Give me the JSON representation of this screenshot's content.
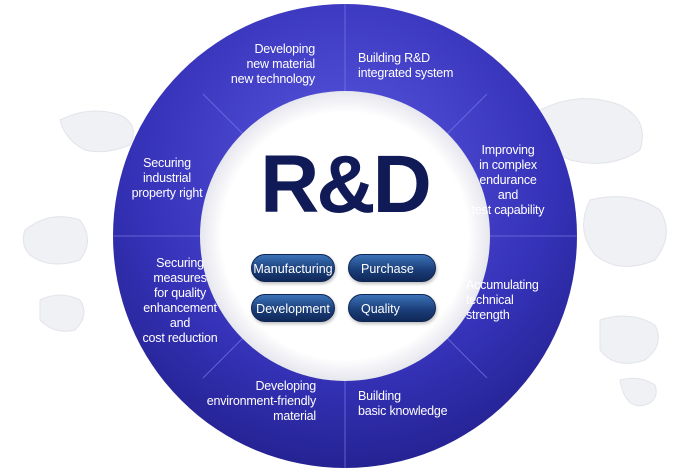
{
  "center": {
    "title": "R&D"
  },
  "departments": [
    {
      "label": "Manufacturing"
    },
    {
      "label": "Purchase"
    },
    {
      "label": "Development"
    },
    {
      "label": "Quality"
    }
  ],
  "segments": [
    {
      "text": "Developing\nnew material\nnew technology"
    },
    {
      "text": "Building R&D\nintegrated system"
    },
    {
      "text": "Improving\nin complex\nendurance\nand\ntest capability"
    },
    {
      "text": "Accumulating\ntechnical\nstrength"
    },
    {
      "text": "Building\nbasic knowledge"
    },
    {
      "text": "Developing\nenvironment-friendly\nmaterial"
    },
    {
      "text": "Securing\nmeasures\nfor quality\nenhancement\nand\ncost reduction"
    },
    {
      "text": "Securing\nindustrial\nproperty right"
    }
  ],
  "colors": {
    "ring_dark": "#1b1a7a",
    "ring_light": "#4c48d4",
    "title": "#0f1a56",
    "pill": "#1b3f7a"
  }
}
